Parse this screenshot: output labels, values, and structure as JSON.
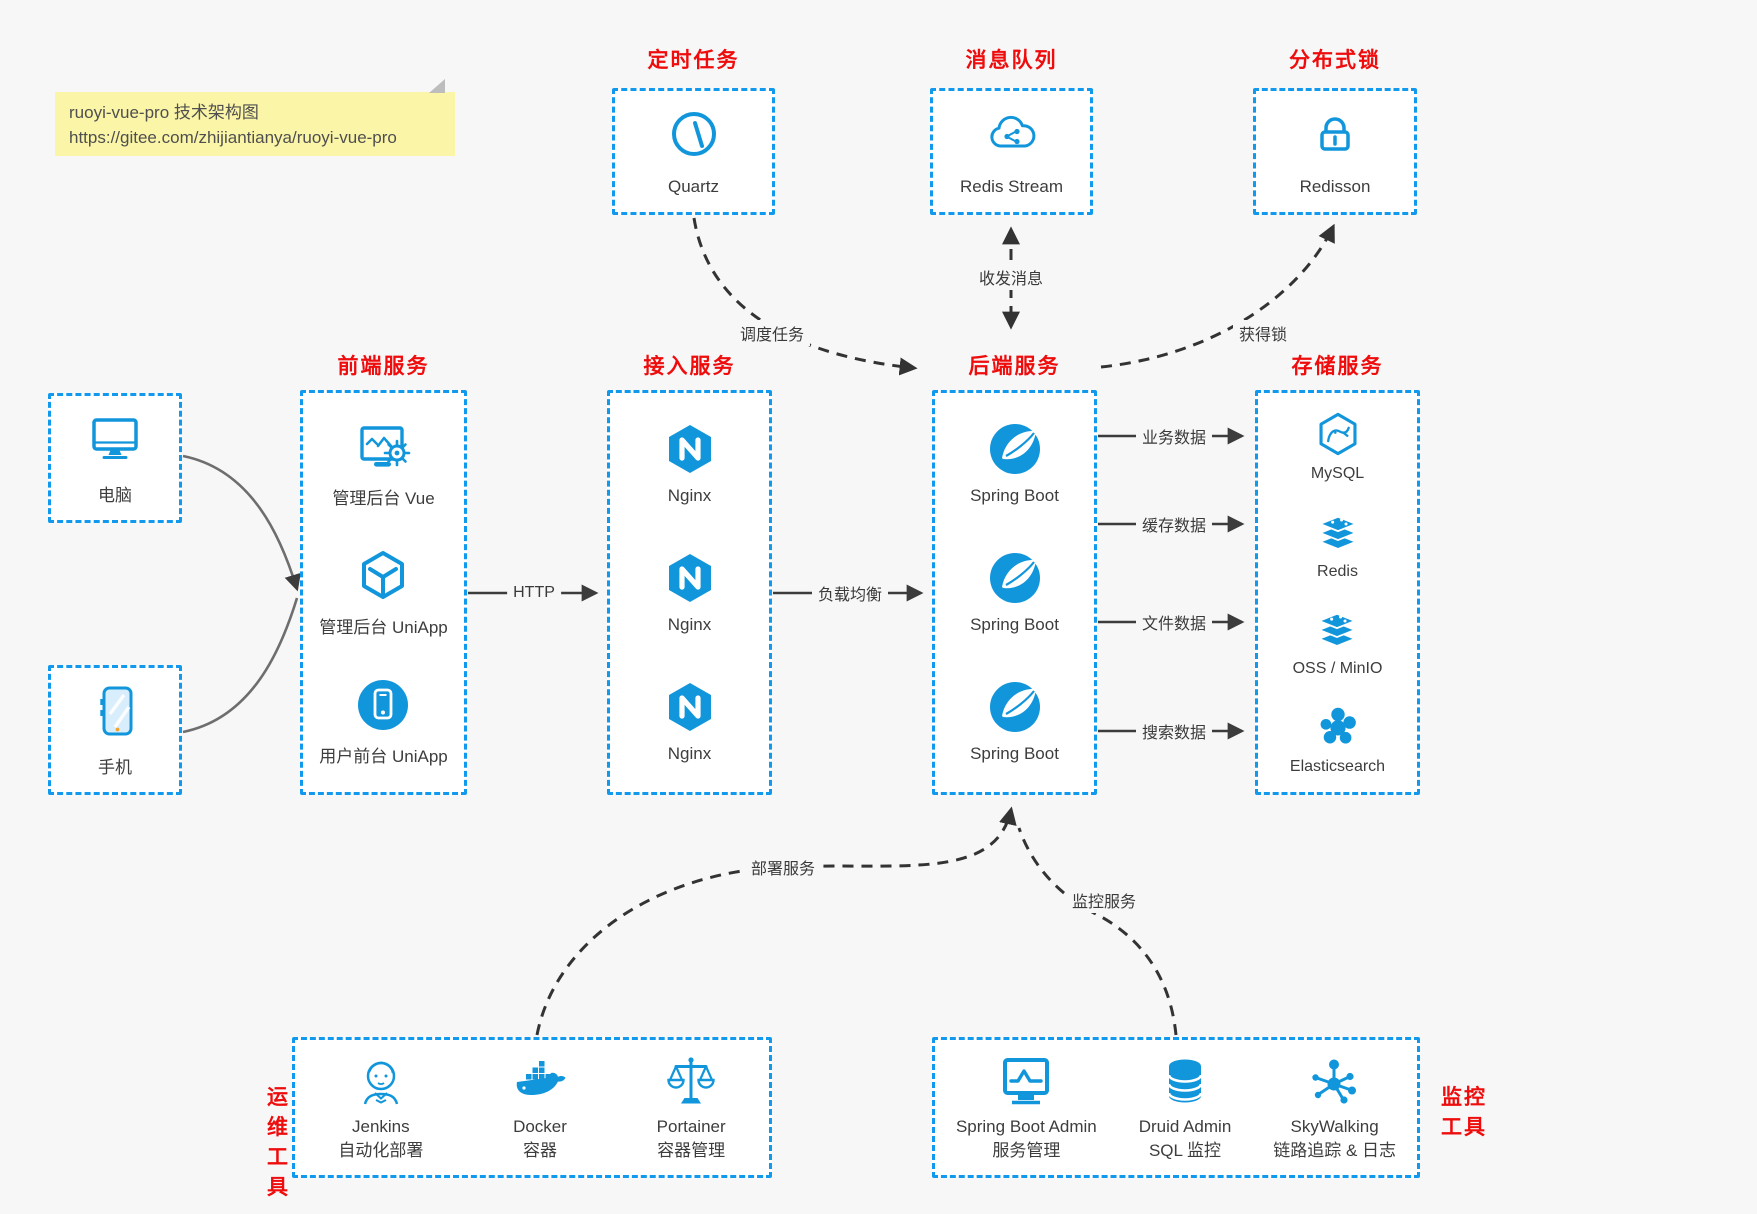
{
  "colors": {
    "accent": "#1296db",
    "dashed_border": "#1199ee",
    "title_red": "#ee0c0c",
    "note_bg": "#fbf5a8",
    "page_bg": "#f7f7f8",
    "arrow": "#3c3c3c"
  },
  "note": {
    "line1": "ruoyi-vue-pro 技术架构图",
    "line2": "https://gitee.com/zhijiantianya/ruoyi-vue-pro"
  },
  "top_groups": [
    {
      "title": "定时任务",
      "icon": "clock-icon",
      "label": "Quartz"
    },
    {
      "title": "消息队列",
      "icon": "cloud-share-icon",
      "label": "Redis Stream"
    },
    {
      "title": "分布式锁",
      "icon": "lock-icon",
      "label": "Redisson"
    }
  ],
  "clients": [
    {
      "icon": "desktop-icon",
      "label": "电脑"
    },
    {
      "icon": "smartphone-icon",
      "label": "手机"
    }
  ],
  "columns": [
    {
      "title": "前端服务",
      "items": [
        {
          "icon": "admin-vue-icon",
          "label": "管理后台 Vue"
        },
        {
          "icon": "uniapp-cube-icon",
          "label": "管理后台 UniApp"
        },
        {
          "icon": "user-app-icon",
          "label": "用户前台 UniApp"
        }
      ]
    },
    {
      "title": "接入服务",
      "items": [
        {
          "icon": "nginx-icon",
          "label": "Nginx"
        },
        {
          "icon": "nginx-icon",
          "label": "Nginx"
        },
        {
          "icon": "nginx-icon",
          "label": "Nginx"
        }
      ]
    },
    {
      "title": "后端服务",
      "items": [
        {
          "icon": "spring-icon",
          "label": "Spring Boot"
        },
        {
          "icon": "spring-icon",
          "label": "Spring Boot"
        },
        {
          "icon": "spring-icon",
          "label": "Spring Boot"
        }
      ]
    },
    {
      "title": "存储服务",
      "items": [
        {
          "icon": "mysql-icon",
          "label": "MySQL"
        },
        {
          "icon": "redis-icon",
          "label": "Redis"
        },
        {
          "icon": "oss-minio-icon",
          "label": "OSS / MinIO"
        },
        {
          "icon": "elasticsearch-icon",
          "label": "Elasticsearch"
        }
      ]
    }
  ],
  "bottom_groups": [
    {
      "title_line1": "运维",
      "title_line2": "工具",
      "items": [
        {
          "icon": "jenkins-icon",
          "label": "Jenkins",
          "sublabel": "自动化部署"
        },
        {
          "icon": "docker-icon",
          "label": "Docker",
          "sublabel": "容器"
        },
        {
          "icon": "portainer-icon",
          "label": "Portainer",
          "sublabel": "容器管理"
        }
      ]
    },
    {
      "title_line1": "监控",
      "title_line2": "工具",
      "items": [
        {
          "icon": "spring-boot-admin-icon",
          "label": "Spring Boot Admin",
          "sublabel": "服务管理"
        },
        {
          "icon": "druid-icon",
          "label": "Druid Admin",
          "sublabel": "SQL 监控"
        },
        {
          "icon": "skywalking-icon",
          "label": "SkyWalking",
          "sublabel": "链路追踪 & 日志"
        }
      ]
    }
  ],
  "edge_labels": {
    "http": "HTTP",
    "load_balance": "负载均衡",
    "schedule_task": "调度任务",
    "send_receive_message": "收发消息",
    "acquire_lock": "获得锁",
    "business_data": "业务数据",
    "cache_data": "缓存数据",
    "file_data": "文件数据",
    "search_data": "搜索数据",
    "deploy_service": "部署服务",
    "monitor_service": "监控服务"
  }
}
